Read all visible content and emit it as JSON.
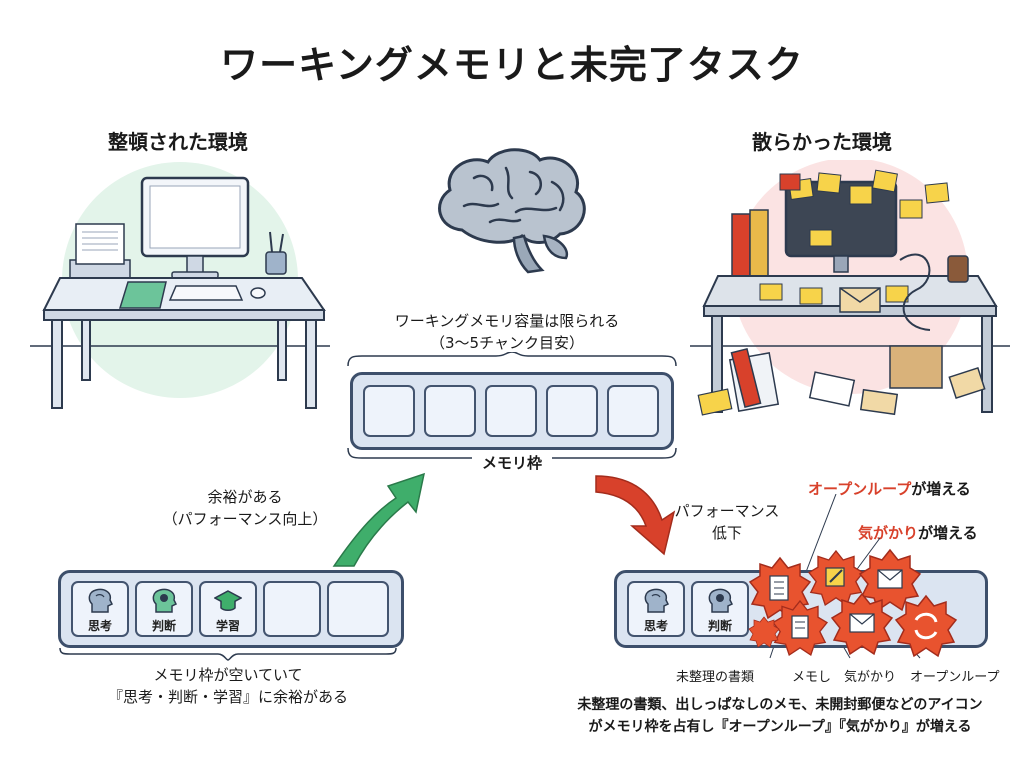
{
  "title": "ワーキングメモリと未完了タスク",
  "left_panel": {
    "title": "整頓された環境",
    "arrow_text_line1": "余裕がある",
    "arrow_text_line2": "（パフォーマンス向上）",
    "slots": [
      {
        "label": "思考",
        "icon": "brain-head-icon"
      },
      {
        "label": "判断",
        "icon": "gears-head-icon"
      },
      {
        "label": "学習",
        "icon": "graduation-cap-icon"
      },
      {
        "label": "",
        "icon": ""
      },
      {
        "label": "",
        "icon": ""
      }
    ],
    "caption_line1": "メモリ枠が空いていて",
    "caption_line2": "『思考・判断・学習』に余裕がある"
  },
  "center": {
    "capacity_line1": "ワーキングメモリ容量は限られる",
    "capacity_line2": "（3〜5チャンク目安）",
    "memory_frame_label": "メモリ枠",
    "slot_count": 5
  },
  "right_panel": {
    "title": "散らかった環境",
    "performance_line1": "パフォーマンス",
    "performance_line2": "低下",
    "open_loop_highlight": "オープンループ",
    "open_loop_suffix": "が増える",
    "worry_highlight": "気がかり",
    "worry_suffix": "が増える",
    "slots": [
      {
        "label": "思考",
        "icon": "brain-head-icon"
      },
      {
        "label": "判断",
        "icon": "gears-head-icon"
      }
    ],
    "burst_labels": [
      "未整理の書類",
      "メモし",
      "気がかり",
      "オープンループ"
    ],
    "caption_line1": "未整理の書類、出しっぱなしのメモ、未開封郵便などのアイコン",
    "caption_line2": "がメモリ枠を占有し『オープンループ』『気がかり』が増える"
  },
  "colors": {
    "accent_red": "#d8412b",
    "accent_green": "#3fae6b",
    "frame_navy": "#3d4f6b",
    "slot_fill": "#eef3fb"
  }
}
